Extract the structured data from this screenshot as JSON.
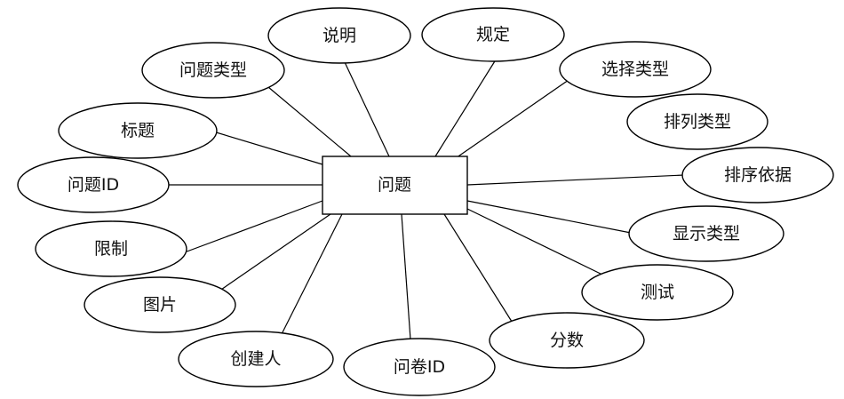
{
  "entity": {
    "label": "问题"
  },
  "attributes": [
    {
      "id": "description",
      "label": "说明"
    },
    {
      "id": "rule",
      "label": "规定"
    },
    {
      "id": "question-type",
      "label": "问题类型"
    },
    {
      "id": "choice-type",
      "label": "选择类型"
    },
    {
      "id": "title",
      "label": "标题"
    },
    {
      "id": "arrange-type",
      "label": "排列类型"
    },
    {
      "id": "question-id",
      "label": "问题ID"
    },
    {
      "id": "sort-basis",
      "label": "排序依据"
    },
    {
      "id": "restriction",
      "label": "限制"
    },
    {
      "id": "display-type",
      "label": "显示类型"
    },
    {
      "id": "picture",
      "label": "图片"
    },
    {
      "id": "test",
      "label": "测试"
    },
    {
      "id": "creator",
      "label": "创建人"
    },
    {
      "id": "score",
      "label": "分数"
    },
    {
      "id": "questionnaire-id",
      "label": "问卷ID"
    }
  ],
  "colors": {
    "stroke": "#000000",
    "fill": "#ffffff",
    "text": "#111111"
  }
}
